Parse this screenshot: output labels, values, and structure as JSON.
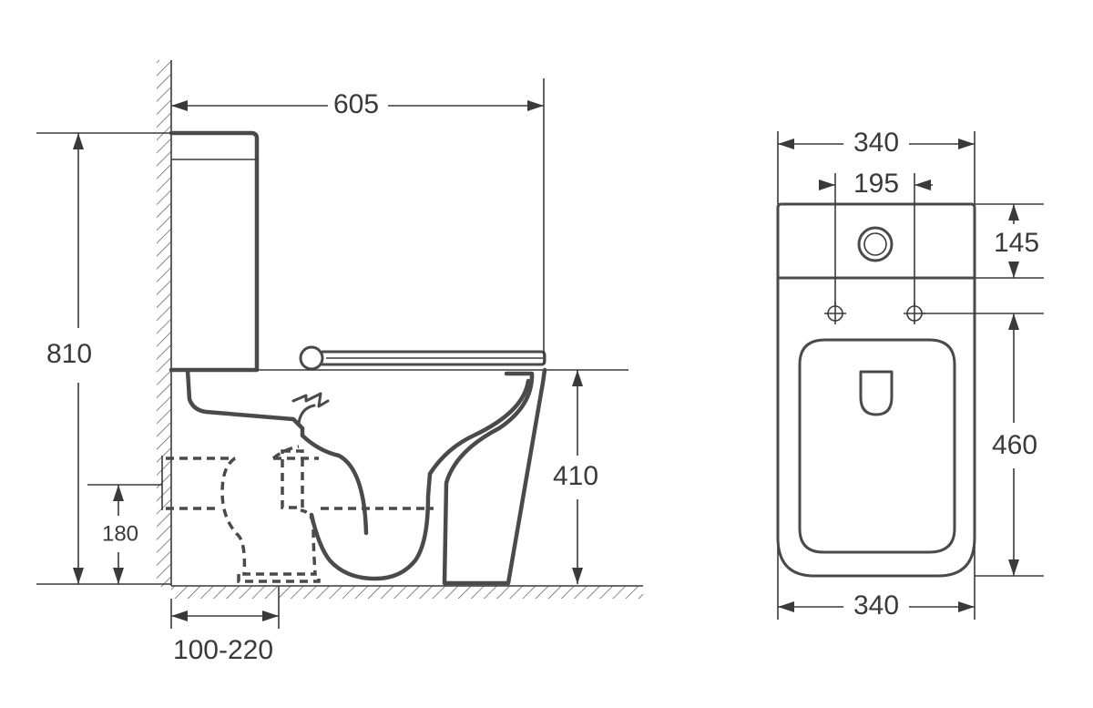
{
  "side_view": {
    "dimensions": {
      "depth": "605",
      "total_height": "810",
      "seat_height": "410",
      "outlet_height": "180",
      "wall_to_outlet": "100-220"
    }
  },
  "top_view": {
    "dimensions": {
      "top_width": "340",
      "fixing_spacing": "195",
      "cistern_depth": "145",
      "bowl_length": "460",
      "bottom_width": "340"
    }
  }
}
